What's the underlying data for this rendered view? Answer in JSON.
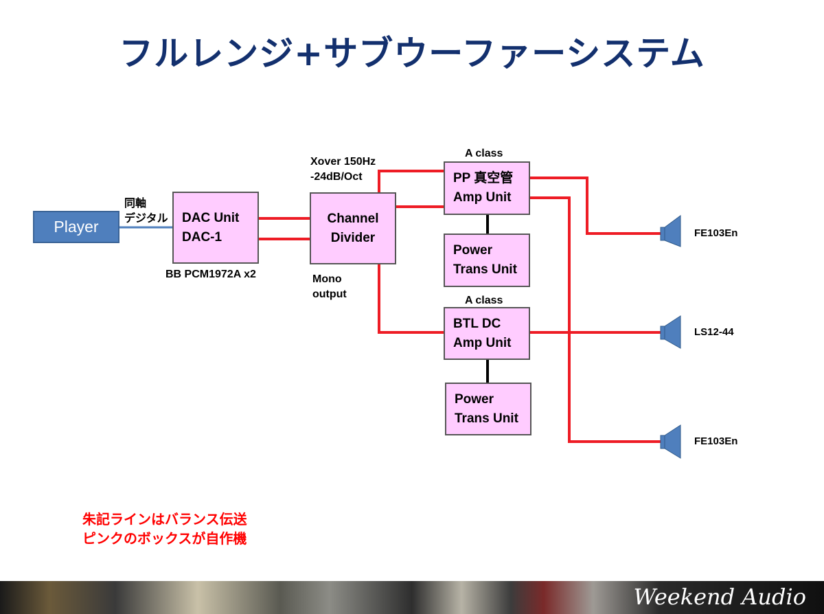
{
  "title": "フルレンジ+サブウーファーシステム",
  "nodes": {
    "player": "Player",
    "dac": [
      "DAC Unit",
      "DAC-1"
    ],
    "divider": [
      "Channel",
      "Divider"
    ],
    "pp_amp": [
      "PP 真空管",
      "Amp Unit"
    ],
    "power1": [
      "Power",
      "Trans Unit"
    ],
    "btl_amp": [
      "BTL DC",
      "Amp Unit"
    ],
    "power2": [
      "Power",
      "Trans Unit"
    ]
  },
  "labels": {
    "coax": [
      "同軸",
      "デジタル"
    ],
    "dac_chip": "BB PCM1972A x2",
    "xover": [
      "Xover 150Hz",
      "-24dB/Oct"
    ],
    "mono": [
      "Mono",
      "output"
    ],
    "aclass_top": "A class",
    "aclass_bottom": "A class"
  },
  "speakers": {
    "top": "FE103En",
    "middle": "LS12-44",
    "bottom": "FE103En"
  },
  "notes": [
    "朱記ラインはバランス伝送",
    "ピンクのボックスが自作機"
  ],
  "footer": {
    "brand": "Weekend Audio"
  },
  "colors": {
    "title": "#13306e",
    "balanced_line": "#ee1c25",
    "box_fill": "#ffccff",
    "player_fill": "#4f7fbd",
    "speaker_fill": "#4f7fbd",
    "note": "#ff0000"
  }
}
